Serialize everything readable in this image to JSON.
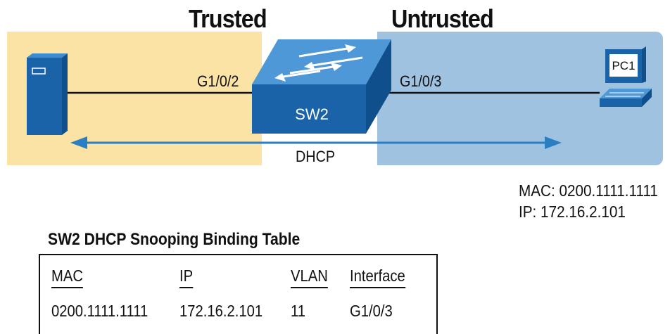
{
  "zones": {
    "trusted_title": "Trusted",
    "untrusted_title": "Untrusted"
  },
  "switch": {
    "label": "SW2"
  },
  "ports": {
    "left": "G1/0/2",
    "right": "G1/0/3"
  },
  "flow": {
    "label": "DHCP"
  },
  "pc": {
    "label": "PC1",
    "mac_line": "MAC: 0200.1111.1111",
    "ip_line": "IP: 172.16.2.101"
  },
  "binding_table": {
    "title": "SW2 DHCP Snooping Binding Table",
    "headers": {
      "mac": "MAC",
      "ip": "IP",
      "vlan": "VLAN",
      "interface": "Interface"
    },
    "rows": [
      {
        "mac": "0200.1111.1111",
        "ip": "172.16.2.101",
        "vlan": "11",
        "interface": "G1/0/3"
      }
    ]
  },
  "colors": {
    "trusted_zone": "#fbe3a6",
    "untrusted_zone": "#9fc2e0",
    "switch_blue": "#1a63a8",
    "arrow_blue": "#2a7ec2"
  }
}
